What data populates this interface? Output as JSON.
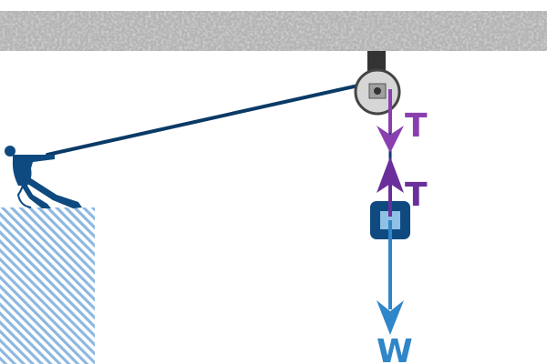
{
  "labels": {
    "tension_top": "T",
    "tension_bottom": "T",
    "weight": "W"
  },
  "colors": {
    "ceiling": "#b3b3b3",
    "rope": "#0a3a66",
    "tension_top": "#8a3fb0",
    "tension_bottom": "#6a2f9a",
    "weight": "#2f86c8",
    "block_outer": "#0e4a80",
    "block_inner": "#8fc0e6",
    "pulley": "#d6d6d6",
    "platform": "#8db8e0",
    "person": "#0e4a80"
  }
}
